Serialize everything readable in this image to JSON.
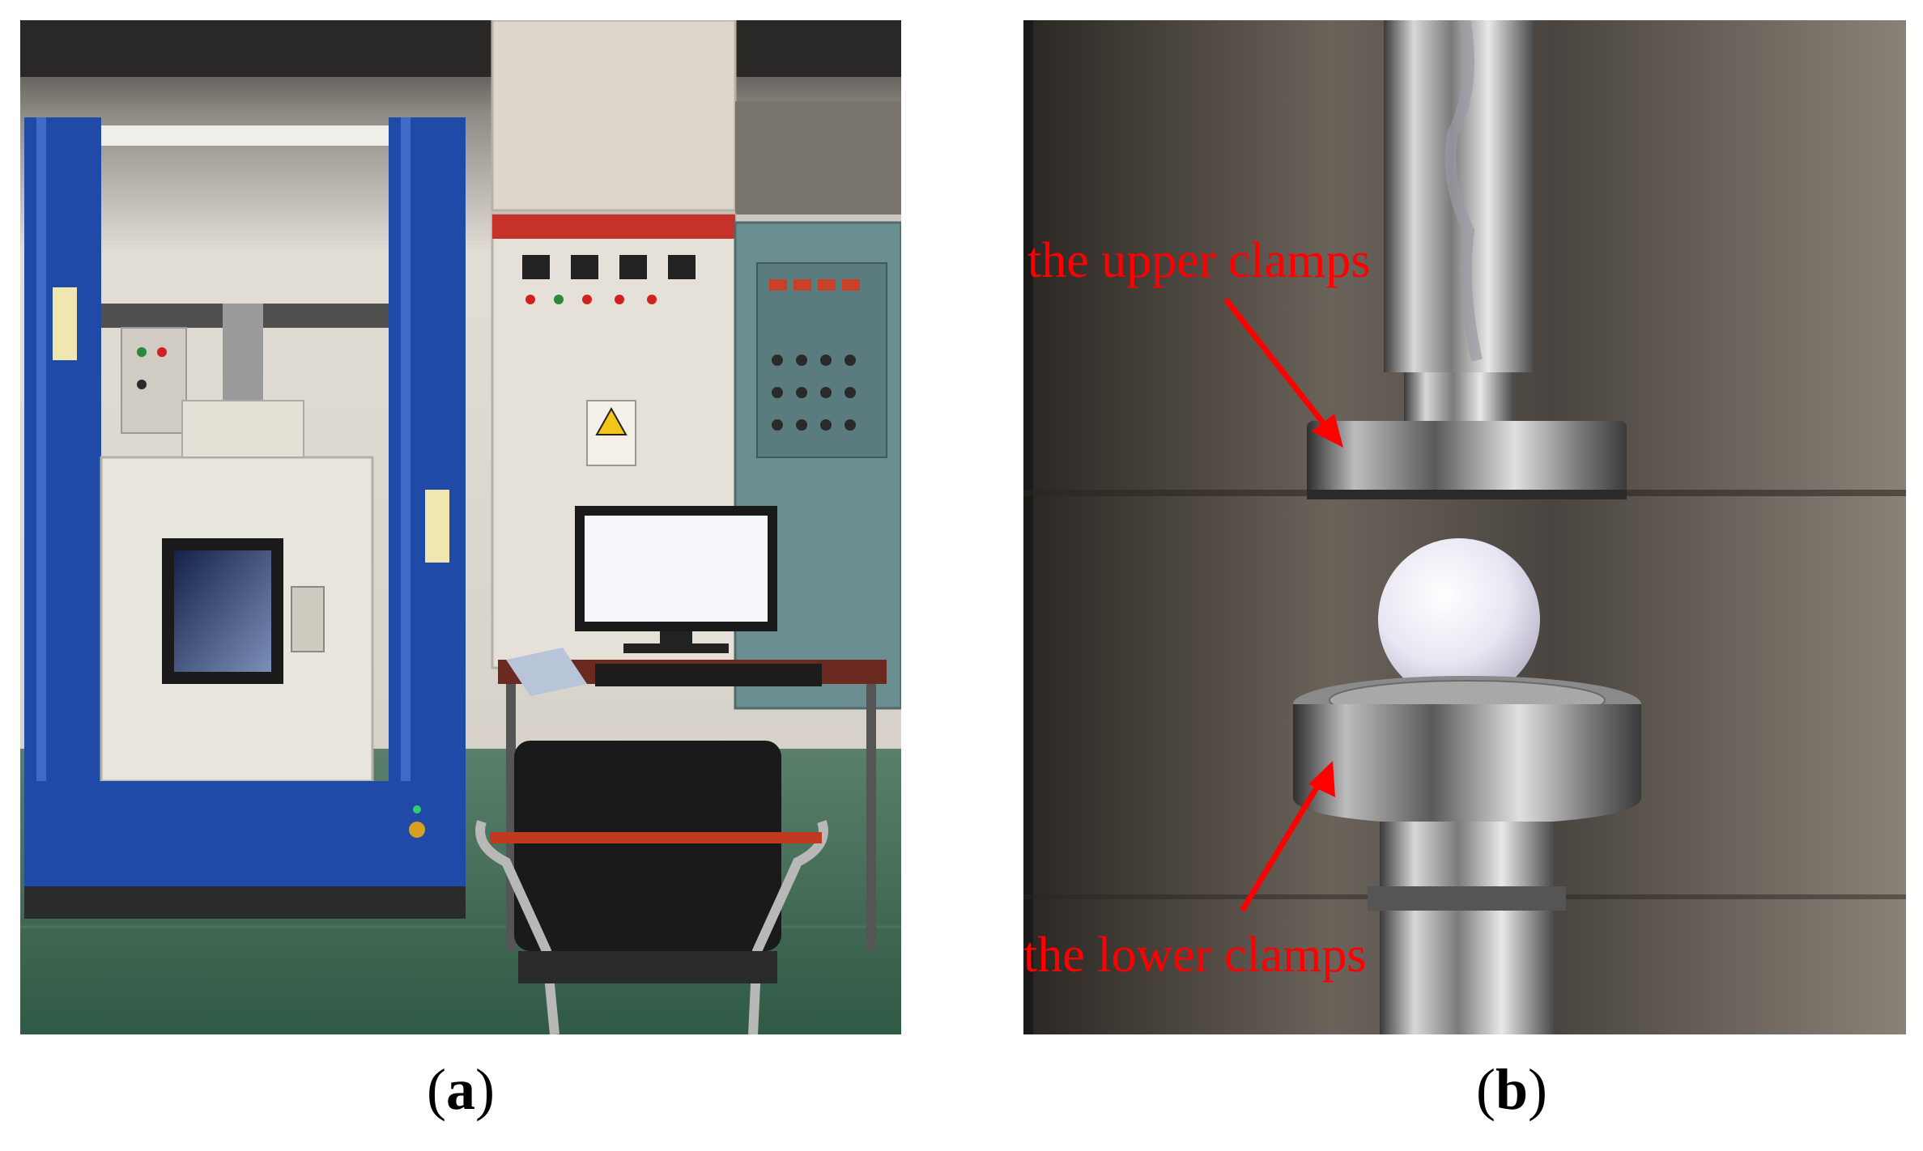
{
  "panels": [
    {
      "id": "a",
      "caption_letter": "a",
      "description": "testing machine with computer and chair"
    },
    {
      "id": "b",
      "caption_letter": "b",
      "labels": {
        "upper": "the upper clamps",
        "lower": "the lower clamps"
      }
    }
  ],
  "colors": {
    "annotation": "#ff0000",
    "machine_frame": "#1f4aa8",
    "floor": "#3e6a52"
  }
}
